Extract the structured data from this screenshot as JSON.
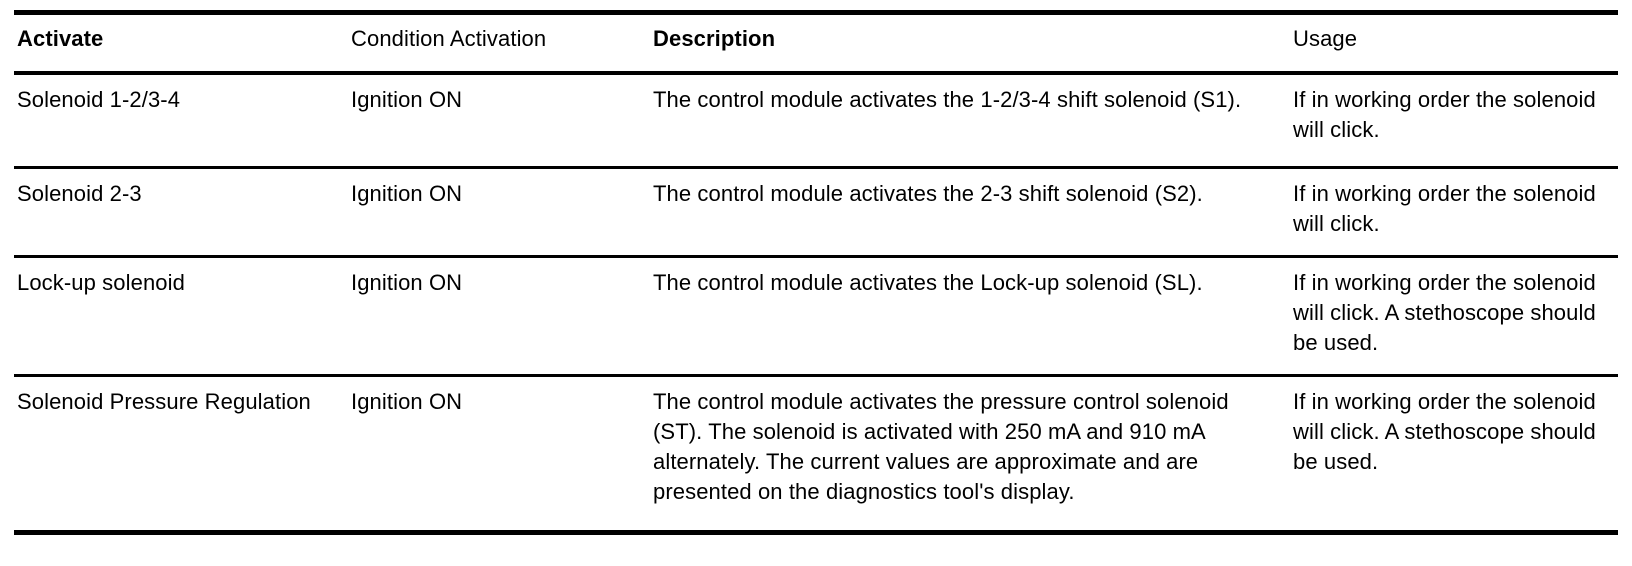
{
  "table": {
    "headers": {
      "activate": "Activate",
      "condition": "Condition Activation",
      "description": "Description",
      "usage": "Usage"
    },
    "rows": [
      {
        "activate": "Solenoid 1-2/3-4",
        "condition": "Ignition ON",
        "description": "The control module activates the 1-2/3-4 shift solenoid (S1).",
        "usage": "If in working order the solenoid will click."
      },
      {
        "activate": "Solenoid 2-3",
        "condition": "Ignition ON",
        "description": "The control module activates the 2-3 shift solenoid (S2).",
        "usage": "If in working order the solenoid will click."
      },
      {
        "activate": "Lock-up solenoid",
        "condition": "Ignition ON",
        "description": "The control module activates the Lock-up solenoid (SL).",
        "usage": "If in working order the solenoid will click. A stethoscope should be used."
      },
      {
        "activate": "Solenoid Pressure Regulation",
        "condition": "Ignition ON",
        "description": "The control module activates the pressure control solenoid (ST). The solenoid is activated with 250 mA and 910 mA alternately. The current values are approximate and are presented on the diagnostics tool's display.",
        "usage": "If in working order the solenoid will click. A stethoscope should be used."
      }
    ]
  },
  "colors": {
    "ink": "#0d0d0d",
    "paper": "#ffffff"
  }
}
